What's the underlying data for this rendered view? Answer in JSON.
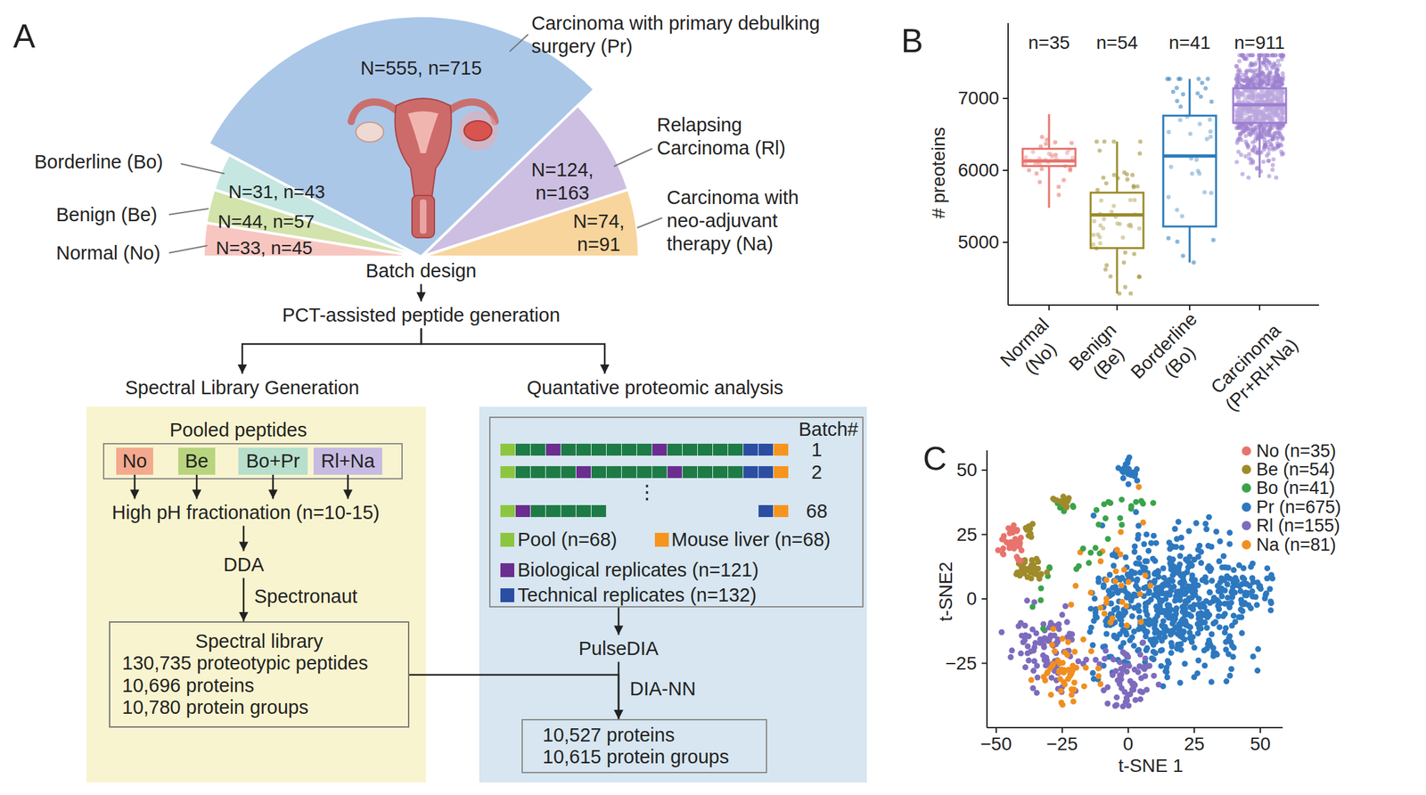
{
  "diagram": {
    "nodes": [
      {
        "text": [
          "Batch design"
        ]
      },
      {
        "text": [
          "PCT-assisted peptide generation"
        ]
      },
      {
        "text": [
          "Spectral Library Generation"
        ]
      },
      {
        "text": [
          "Pooled peptides"
        ],
        "in": 2
      },
      {
        "text": [
          "No"
        ],
        "in": 3
      },
      {
        "text": [
          "Be"
        ],
        "in": 3
      },
      {
        "text": [
          "Bo+Pr"
        ],
        "in": 3
      },
      {
        "text": [
          "Rl+Na"
        ],
        "in": 3
      },
      {
        "text": [
          "High pH fractionation (n=10-15)"
        ],
        "in": 2
      },
      {
        "text": [
          "DDA"
        ],
        "in": 2
      },
      {
        "text": [
          "Spectral library",
          "130,735 proteotypic peptides",
          "10,696 proteins",
          "10,780 protein groups"
        ],
        "in": 2
      },
      {
        "text": [
          "Quantative proteomic analysis"
        ]
      },
      {
        "text": [
          "Batch#"
        ],
        "in": 11
      },
      {
        "text": [
          "PulseDIA"
        ],
        "in": 11
      },
      {
        "text": [
          "10,527 proteins",
          "10,615 protein groups"
        ],
        "in": 11
      }
    ],
    "edges": [
      {
        "from": 0,
        "to": 1,
        "arrow": "to"
      },
      {
        "from": 1,
        "to": 2,
        "arrow": "to"
      },
      {
        "from": 1,
        "to": 11,
        "arrow": "to"
      },
      {
        "from": 4,
        "to": 8,
        "arrow": "to"
      },
      {
        "from": 5,
        "to": 8,
        "arrow": "to"
      },
      {
        "from": 6,
        "to": 8,
        "arrow": "to"
      },
      {
        "from": 7,
        "to": 8,
        "arrow": "to"
      },
      {
        "from": 8,
        "to": 9,
        "arrow": "to"
      },
      {
        "from": 9,
        "to": 10,
        "label": "Spectronaut",
        "arrow": "to"
      },
      {
        "from": 12,
        "to": 13,
        "arrow": "to"
      },
      {
        "from": 13,
        "to": 14,
        "label": "DIA-NN",
        "arrow": "to"
      },
      {
        "from": 10,
        "to": 14,
        "arrow": "to"
      }
    ],
    "labels": [
      "A",
      "N=555, n=715",
      "Carcinoma with primary debulking surgery (Pr)",
      "Relapsing Carcinoma (Rl)",
      "N=124, n=163",
      "Carcinoma with neo-adjuvant therapy (Na)",
      "N=74, n=91",
      "Borderline (Bo)",
      "N=31, n=43",
      "Benign (Be)",
      "N=44, n=57",
      "Normal (No)",
      "N=33, n=45",
      "1",
      "2",
      "⋮",
      "68",
      "B",
      "n=35",
      "n=54",
      "n=41",
      "n=911",
      "7000",
      "6000",
      "5000",
      "# preoteins",
      "Normal (No)",
      "Benign (Be)",
      "Borderline (Bo)",
      "Carcinoma (Pr+Rl+Na)",
      "C",
      "50",
      "25",
      "0",
      "−25",
      "−50",
      "−25",
      "0",
      "25",
      "50",
      "t-SNE 1",
      "t-SNE2"
    ],
    "legend": [
      {
        "text": "Pool (n=68)",
        "color": "#8cc63f"
      },
      {
        "text": "Mouse liver (n=68)",
        "color": "#f7941d"
      },
      {
        "text": "Biological replicates (n=121)",
        "color": "#6b2d8f"
      },
      {
        "text": "Technical replicates (n=132)",
        "color": "#2b4ea2"
      },
      {
        "text": "No (n=35)",
        "color": "#e8736c"
      },
      {
        "text": "Be (n=54)",
        "color": "#a08b2b"
      },
      {
        "text": "Bo (n=41)",
        "color": "#3aa34a"
      },
      {
        "text": "Pr (n=675)",
        "color": "#2d78bf"
      },
      {
        "text": "Rl (n=155)",
        "color": "#7e6bbd"
      },
      {
        "text": "Na (n=81)",
        "color": "#f08f1f"
      }
    ]
  }
}
